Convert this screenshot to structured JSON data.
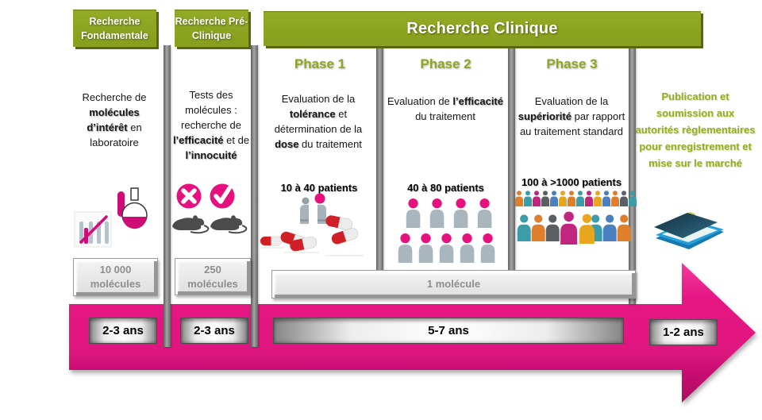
{
  "stages": {
    "fondamentale": {
      "title": "Recherche Fondamentale",
      "parts": [
        "Recherche de ",
        "molécules d’intérêt",
        " en laboratoire"
      ],
      "count_line1": "10 000",
      "count_line2": "molécules",
      "duration": "2-3 ans"
    },
    "preclinique": {
      "title": "Recherche Pré-Clinique",
      "parts": [
        "Tests des molécules : recherche de ",
        "l’efficacité",
        " et de ",
        "l’innocuité"
      ],
      "count_line1": "250",
      "count_line2": "molécules",
      "duration": "2-3 ans"
    }
  },
  "clinical": {
    "title": "Recherche Clinique",
    "phases": [
      {
        "label": "Phase 1",
        "desc_parts": [
          "Evaluation de la ",
          "tolérance",
          " et détermination de la ",
          "dose",
          " du traitement"
        ],
        "patients": "10 à 40 patients"
      },
      {
        "label": "Phase 2",
        "desc_parts": [
          "Evaluation de ",
          "l’efficacité",
          " du traitement",
          "",
          ""
        ],
        "patients": "40 à 80 patients"
      },
      {
        "label": "Phase 3",
        "desc_parts": [
          "Evaluation de la ",
          "supériorité",
          " par rapport au traitement standard",
          "",
          ""
        ],
        "patients": "100 à >1000 patients"
      }
    ],
    "count": "1 molécule",
    "duration": "5-7 ans"
  },
  "publication": {
    "text": "Publication et soumission aux autorités règlementaires pour enregistrement et mise sur le marché",
    "duration": "1-2 ans"
  },
  "colors": {
    "green": "#8da521",
    "green_dark": "#57660f",
    "magenta": "#e31380",
    "divider_gray": "#7a7a7a"
  },
  "icons": {
    "fondamentale": "test-tubes-and-flask-icon",
    "preclinique": "cross-circle, check-circle, mouse silhouettes",
    "phase1": "patient-consultation and pill capsules",
    "phase2": "patients-group-icon",
    "phase3": "patients-crowd-icon",
    "publication": "books-stack-icon"
  }
}
